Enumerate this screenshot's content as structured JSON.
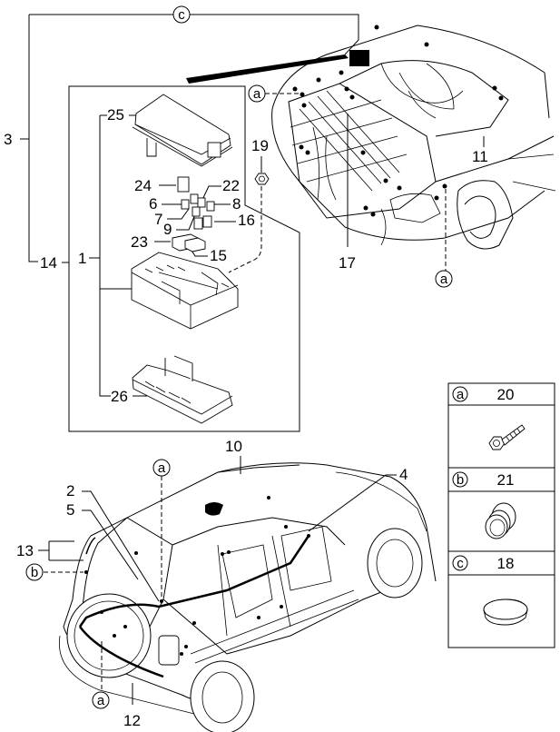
{
  "title": "Wiring harness parts diagram",
  "callouts": {
    "c_top": "c",
    "a_engine_left": "a",
    "a_engine_bottom": "a",
    "a_rear_top": "a",
    "b_rear": "b",
    "a_rear_bottom": "a"
  },
  "part_labels": {
    "p1": "1",
    "p2": "2",
    "p3": "3",
    "p4": "4",
    "p5": "5",
    "p6": "6",
    "p7": "7",
    "p8": "8",
    "p9": "9",
    "p10": "10",
    "p11": "11",
    "p12": "12",
    "p13": "13",
    "p14": "14",
    "p15": "15",
    "p16": "16",
    "p17": "17",
    "p19": "19",
    "p22": "22",
    "p23": "23",
    "p24": "24",
    "p25": "25",
    "p26": "26"
  },
  "legend_table": {
    "rows": [
      {
        "code": "a",
        "part_no": "20",
        "item": "bolt"
      },
      {
        "code": "b",
        "part_no": "21",
        "item": "grommet"
      },
      {
        "code": "c",
        "part_no": "18",
        "item": "plug cap"
      }
    ]
  }
}
